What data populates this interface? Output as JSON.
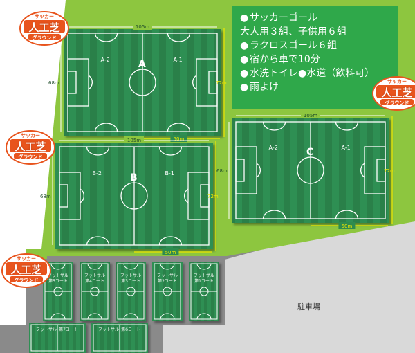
{
  "badge": {
    "top": "サッカー",
    "main": "人工芝",
    "bottom": "グラウンド"
  },
  "info": [
    {
      "line1": "サッカーゴール",
      "line2": "大人用３組、子供用６組"
    },
    {
      "line1": "ラクロスゴール６組"
    },
    {
      "line1": "宿から車で10分"
    },
    {
      "line1": "水洗トイレ",
      "line1b": "水道（飲料可）"
    },
    {
      "line1": "雨よけ"
    }
  ],
  "bullet": "●",
  "fields": [
    {
      "id": "A",
      "letter": "A",
      "left_goal": "A-2",
      "right_goal": "A-1",
      "len": "105m",
      "width": "68m",
      "side": "72m",
      "half": "50m"
    },
    {
      "id": "B",
      "letter": "B",
      "left_goal": "B-2",
      "right_goal": "B-1",
      "len": "105m",
      "width": "68m",
      "side": "72m",
      "half": "50m"
    },
    {
      "id": "C",
      "letter": "C",
      "left_goal": "A-2",
      "right_goal": "A-1",
      "len": "105m",
      "width": "68m",
      "side": "72m",
      "half": "50m"
    }
  ],
  "futsal": [
    {
      "line1": "フットサル",
      "line2": "第5コート"
    },
    {
      "line1": "フットサル",
      "line2": "第4コート"
    },
    {
      "line1": "フットサル",
      "line2": "第3コート"
    },
    {
      "line1": "フットサル",
      "line2": "第2コート"
    },
    {
      "line1": "フットサル",
      "line2": "第1コート"
    },
    {
      "line1": "フットサル",
      "line2": "第7コート"
    },
    {
      "line1": "フットサル",
      "line2": "第6コート"
    }
  ],
  "parking": "駐車場",
  "colors": {
    "lawn": "#8dc63f",
    "pitch": "#2e8b4e",
    "pitch_line": "#ffffff",
    "info_box": "#2fa84a",
    "badge": "#e8541d",
    "dimension": "#f0e800",
    "paved": "#8a8a8a",
    "paved_light": "#d9d9d9"
  }
}
